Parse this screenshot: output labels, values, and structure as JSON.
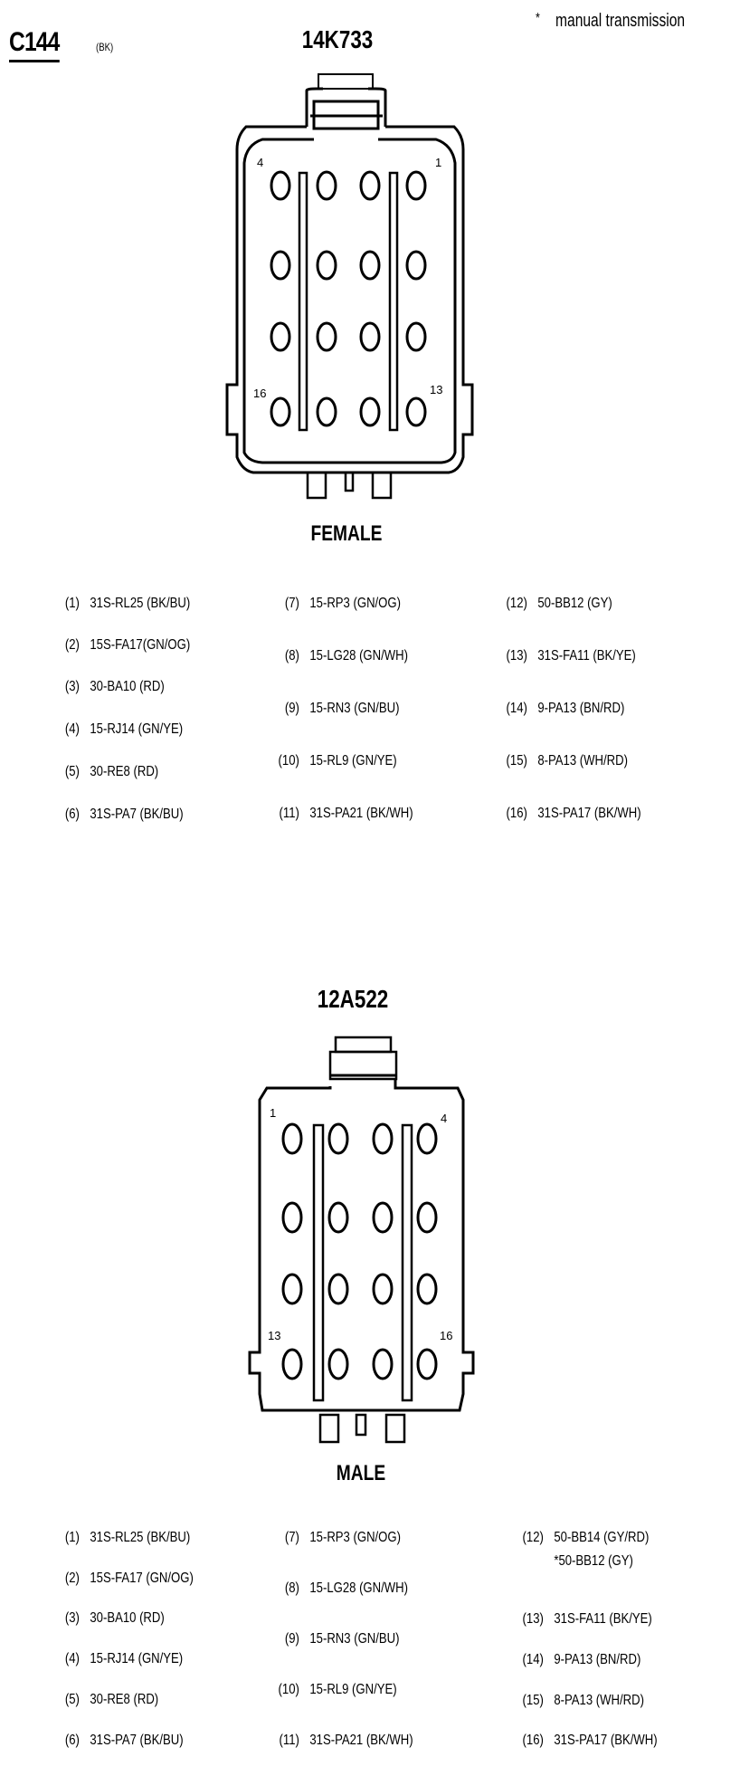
{
  "header": {
    "connector_id": "C144",
    "connector_color": "(BK)",
    "note_marker": "*",
    "note_text": "manual transmission"
  },
  "connectors": [
    {
      "part_number": "14K733",
      "gender": "FEMALE",
      "corner_labels": {
        "top_left": "4",
        "top_right": "1",
        "bottom_left": "16",
        "bottom_right": "13"
      },
      "pins": [
        {
          "num": "(1)",
          "circuit": "31S-RL25 (BK/BU)"
        },
        {
          "num": "(2)",
          "circuit": "15S-FA17(GN/OG)"
        },
        {
          "num": "(3)",
          "circuit": "30-BA10 (RD)"
        },
        {
          "num": "(4)",
          "circuit": "15-RJ14 (GN/YE)"
        },
        {
          "num": "(5)",
          "circuit": "30-RE8 (RD)"
        },
        {
          "num": "(6)",
          "circuit": "31S-PA7 (BK/BU)"
        },
        {
          "num": "(7)",
          "circuit": "15-RP3 (GN/OG)"
        },
        {
          "num": "(8)",
          "circuit": "15-LG28 (GN/WH)"
        },
        {
          "num": "(9)",
          "circuit": "15-RN3 (GN/BU)"
        },
        {
          "num": "(10)",
          "circuit": "15-RL9 (GN/YE)"
        },
        {
          "num": "(11)",
          "circuit": "31S-PA21 (BK/WH)"
        },
        {
          "num": "(12)",
          "circuit": "50-BB12 (GY)"
        },
        {
          "num": "(13)",
          "circuit": "31S-FA11 (BK/YE)"
        },
        {
          "num": "(14)",
          "circuit": "9-PA13 (BN/RD)"
        },
        {
          "num": "(15)",
          "circuit": "8-PA13 (WH/RD)"
        },
        {
          "num": "(16)",
          "circuit": "31S-PA17 (BK/WH)"
        }
      ]
    },
    {
      "part_number": "12A522",
      "gender": "MALE",
      "corner_labels": {
        "top_left": "1",
        "top_right": "4",
        "bottom_left": "13",
        "bottom_right": "16"
      },
      "pins": [
        {
          "num": "(1)",
          "circuit": "31S-RL25 (BK/BU)"
        },
        {
          "num": "(2)",
          "circuit": "15S-FA17 (GN/OG)"
        },
        {
          "num": "(3)",
          "circuit": "30-BA10 (RD)"
        },
        {
          "num": "(4)",
          "circuit": "15-RJ14 (GN/YE)"
        },
        {
          "num": "(5)",
          "circuit": "30-RE8 (RD)"
        },
        {
          "num": "(6)",
          "circuit": "31S-PA7 (BK/BU)"
        },
        {
          "num": "(7)",
          "circuit": "15-RP3 (GN/OG)"
        },
        {
          "num": "(8)",
          "circuit": "15-LG28 (GN/WH)"
        },
        {
          "num": "(9)",
          "circuit": "15-RN3 (GN/BU)"
        },
        {
          "num": "(10)",
          "circuit": "15-RL9 (GN/YE)"
        },
        {
          "num": "(11)",
          "circuit": "31S-PA21 (BK/WH)"
        },
        {
          "num": "(12)",
          "circuit": "50-BB14 (GY/RD)",
          "alt_circuit": "*50-BB12 (GY)"
        },
        {
          "num": "(13)",
          "circuit": "31S-FA11 (BK/YE)"
        },
        {
          "num": "(14)",
          "circuit": "9-PA13 (BN/RD)"
        },
        {
          "num": "(15)",
          "circuit": "8-PA13 (WH/RD)"
        },
        {
          "num": "(16)",
          "circuit": "31S-PA17 (BK/WH)"
        }
      ]
    }
  ]
}
